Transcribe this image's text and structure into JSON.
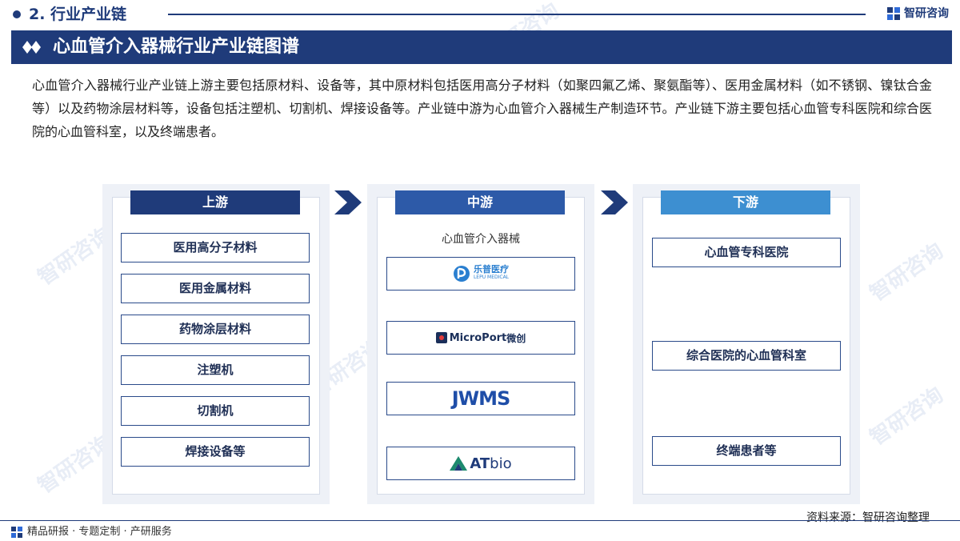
{
  "header": {
    "section_title": "2. 行业产业链",
    "brand_name": "智研咨询"
  },
  "banner": {
    "title": "心血管介入器械行业产业链图谱"
  },
  "intro": {
    "text": "心血管介入器械行业产业链上游主要包括原材料、设备等，其中原材料包括医用高分子材料（如聚四氟乙烯、聚氨酯等）、医用金属材料（如不锈钢、镍钛合金等）以及药物涂层材料等，设备包括注塑机、切割机、焊接设备等。产业链中游为心血管介入器械生产制造环节。产业链下游主要包括心血管专科医院和综合医院的心血管科室，以及终端患者。"
  },
  "upstream": {
    "label": "上游",
    "items": [
      "医用高分子材料",
      "医用金属材料",
      "药物涂层材料",
      "注塑机",
      "切割机",
      "焊接设备等"
    ]
  },
  "midstream": {
    "label": "中游",
    "subtitle": "心血管介入器械",
    "logos": {
      "lepu_cn": "乐普医疗",
      "lepu_en": "LEPU MEDICAL",
      "microport": "MicroPort",
      "microport_cn": "微创",
      "jwms": "JWMS",
      "atbio_at": "AT",
      "atbio_bio": "bio"
    }
  },
  "downstream": {
    "label": "下游",
    "items": [
      "心血管专科医院",
      "综合医院的心血管科室",
      "终端患者等"
    ]
  },
  "footer": {
    "source": "资料来源：智研咨询整理",
    "tagline": "精品研报 · 专题定制 · 产研服务"
  },
  "colors": {
    "navy": "#1f3b7a",
    "mid_blue": "#2d5aa8",
    "light_blue": "#3d8fd1",
    "panel_bg": "#eef1f7"
  }
}
